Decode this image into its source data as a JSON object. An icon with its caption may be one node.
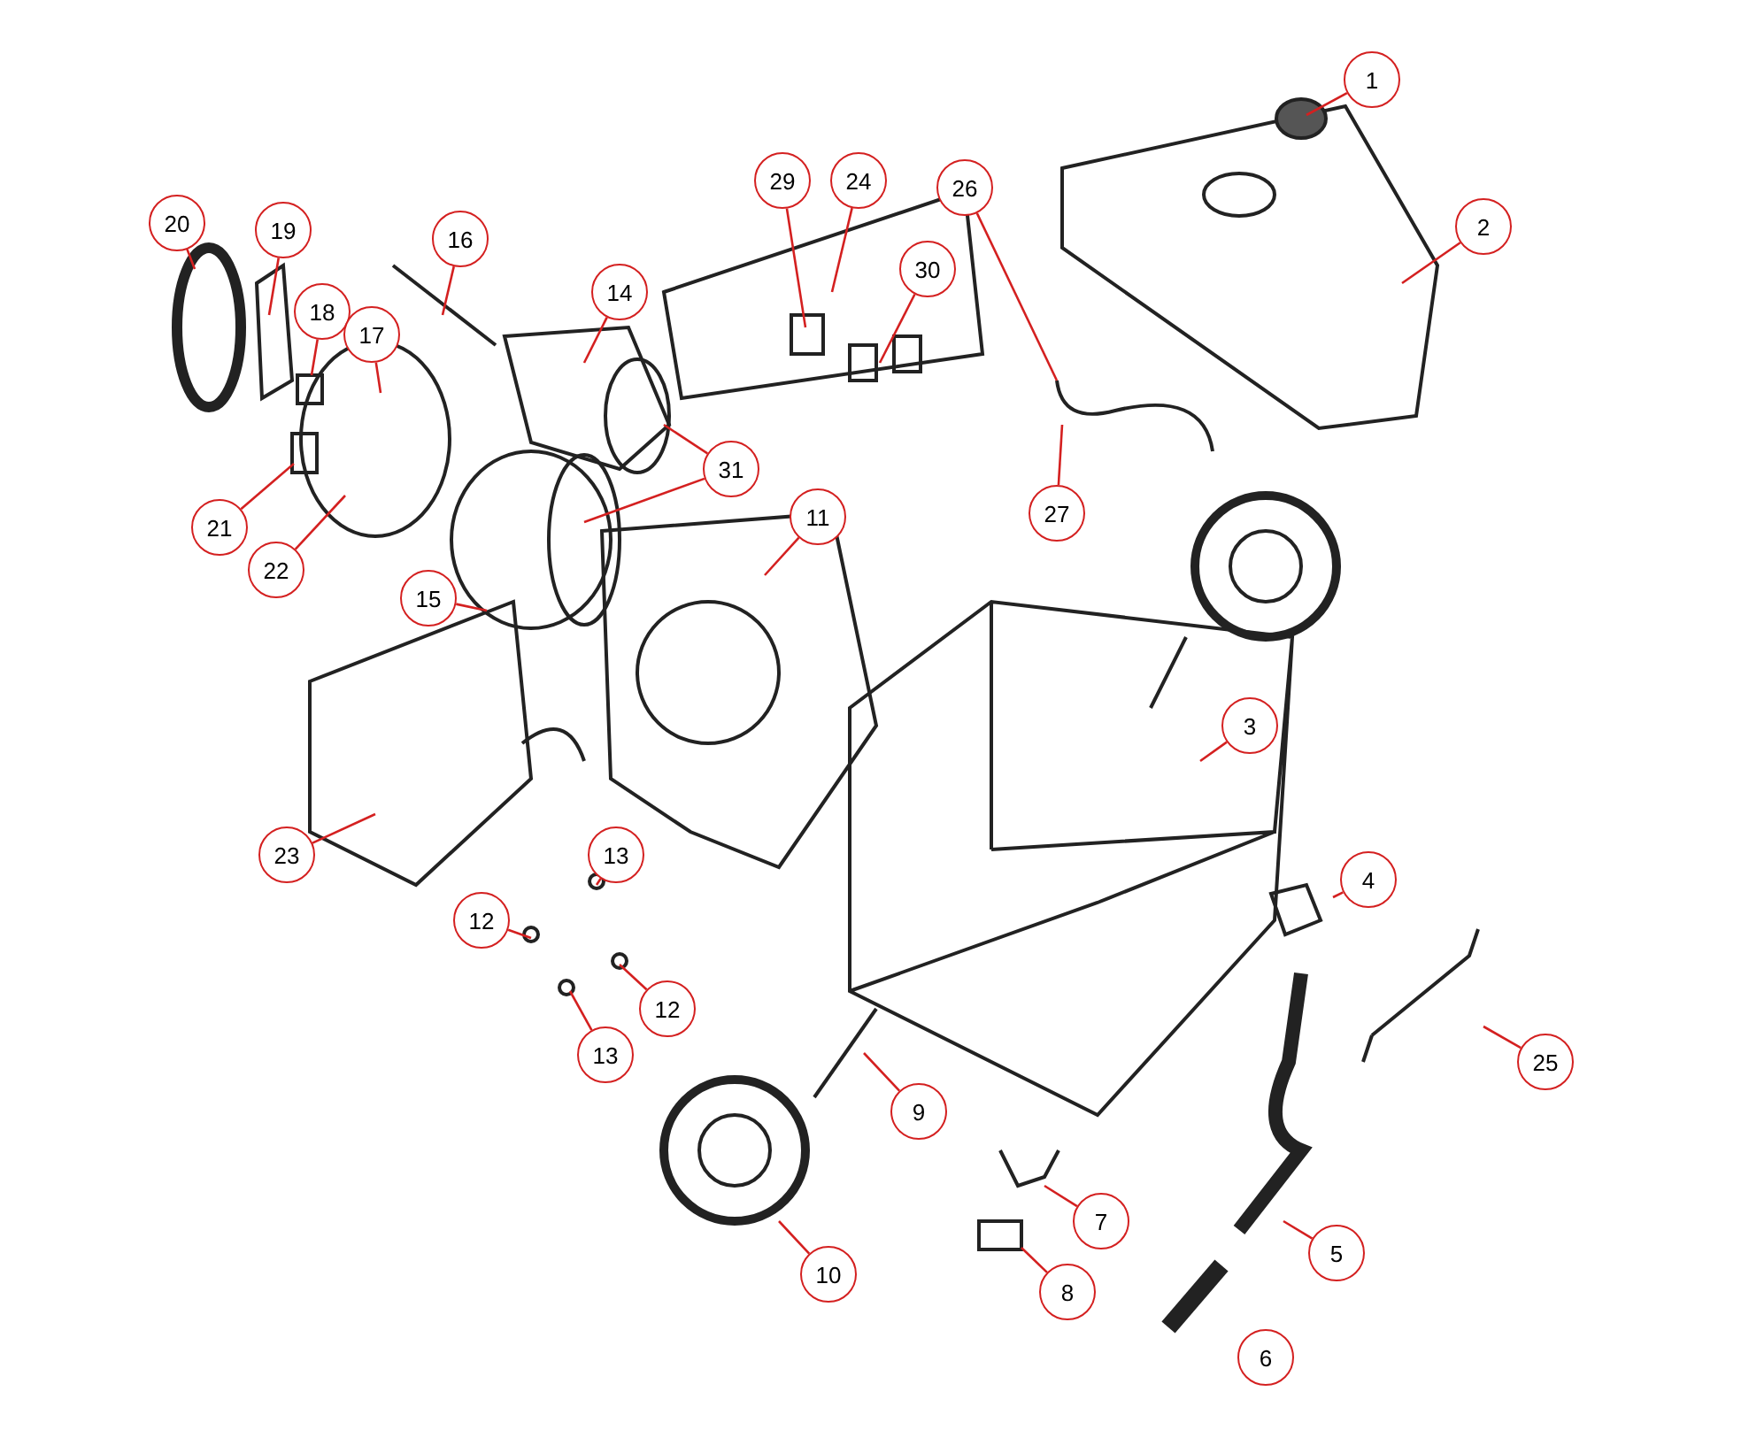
{
  "diagram": {
    "nodes": [
      {
        "text": [
          "1"
        ]
      },
      {
        "text": [
          "2"
        ]
      },
      {
        "text": [
          "29"
        ]
      },
      {
        "text": [
          "24"
        ]
      },
      {
        "text": [
          "30"
        ]
      },
      {
        "text": [
          "26"
        ]
      },
      {
        "text": [
          "20"
        ]
      },
      {
        "text": [
          "19"
        ]
      },
      {
        "text": [
          "16"
        ]
      },
      {
        "text": [
          "14"
        ]
      },
      {
        "text": [
          "18"
        ]
      },
      {
        "text": [
          "17"
        ]
      },
      {
        "text": [
          "31"
        ]
      },
      {
        "text": [
          "27"
        ]
      },
      {
        "text": [
          "21"
        ]
      },
      {
        "text": [
          "22"
        ]
      },
      {
        "text": [
          "11"
        ]
      },
      {
        "text": [
          "15"
        ]
      },
      {
        "text": [
          "3"
        ]
      },
      {
        "text": [
          "23"
        ]
      },
      {
        "text": [
          "4"
        ]
      },
      {
        "text": [
          "13"
        ]
      },
      {
        "text": [
          "12"
        ]
      },
      {
        "text": [
          "12"
        ]
      },
      {
        "text": [
          "13"
        ]
      },
      {
        "text": [
          "25"
        ]
      },
      {
        "text": [
          "9"
        ]
      },
      {
        "text": [
          "7"
        ]
      },
      {
        "text": [
          "5"
        ]
      },
      {
        "text": [
          "10"
        ]
      },
      {
        "text": [
          "8"
        ]
      },
      {
        "text": [
          "6"
        ]
      }
    ],
    "edges": [
      {
        "from": 0,
        "to": null,
        "arrow": "none"
      },
      {
        "from": 1,
        "to": null,
        "arrow": "none"
      },
      {
        "from": 2,
        "to": null,
        "arrow": "none"
      },
      {
        "from": 3,
        "to": null,
        "arrow": "none"
      },
      {
        "from": 4,
        "to": null,
        "arrow": "none"
      },
      {
        "from": 5,
        "to": null,
        "arrow": "none"
      },
      {
        "from": 6,
        "to": null,
        "arrow": "none"
      },
      {
        "from": 7,
        "to": null,
        "arrow": "none"
      },
      {
        "from": 8,
        "to": null,
        "arrow": "none"
      },
      {
        "from": 9,
        "to": null,
        "arrow": "none"
      },
      {
        "from": 10,
        "to": null,
        "arrow": "none"
      },
      {
        "from": 11,
        "to": null,
        "arrow": "none"
      },
      {
        "from": 12,
        "to": null,
        "arrow": "none"
      },
      {
        "from": 12,
        "to": null,
        "arrow": "none"
      },
      {
        "from": 13,
        "to": null,
        "arrow": "none"
      },
      {
        "from": 14,
        "to": null,
        "arrow": "none"
      },
      {
        "from": 15,
        "to": null,
        "arrow": "none"
      },
      {
        "from": 16,
        "to": null,
        "arrow": "none"
      },
      {
        "from": 17,
        "to": null,
        "arrow": "none"
      },
      {
        "from": 18,
        "to": null,
        "arrow": "none"
      },
      {
        "from": 19,
        "to": null,
        "arrow": "none"
      },
      {
        "from": 20,
        "to": null,
        "arrow": "none"
      },
      {
        "from": 21,
        "to": null,
        "arrow": "none"
      },
      {
        "from": 22,
        "to": null,
        "arrow": "none"
      },
      {
        "from": 23,
        "to": null,
        "arrow": "none"
      },
      {
        "from": 24,
        "to": null,
        "arrow": "none"
      },
      {
        "from": 25,
        "to": null,
        "arrow": "none"
      },
      {
        "from": 26,
        "to": null,
        "arrow": "none"
      },
      {
        "from": 27,
        "to": null,
        "arrow": "none"
      },
      {
        "from": 28,
        "to": null,
        "arrow": "none"
      },
      {
        "from": 29,
        "to": null,
        "arrow": "none"
      },
      {
        "from": 30,
        "to": null,
        "arrow": "none"
      }
    ]
  }
}
